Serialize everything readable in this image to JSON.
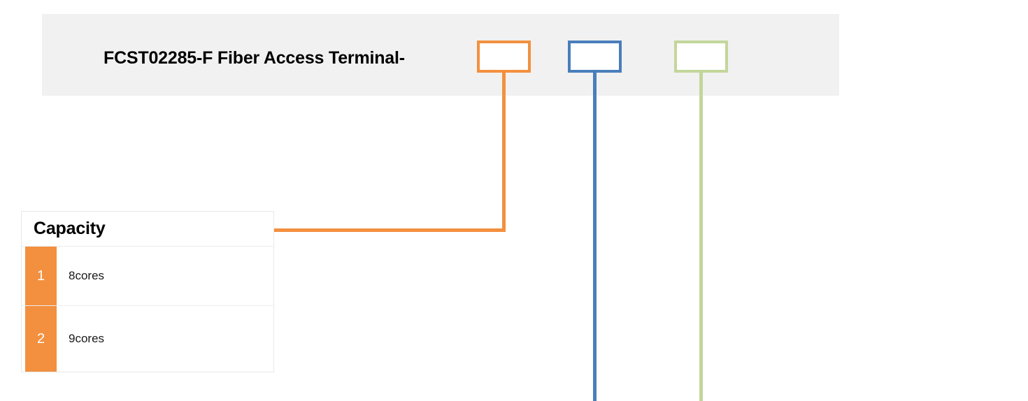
{
  "header": {
    "title": "FCST02285-F Fiber Access Terminal-",
    "background_color": "#F1F1F1"
  },
  "code_boxes": [
    {
      "name": "capacity-code-box",
      "value": "",
      "color": "#F3903F"
    },
    {
      "name": "second-code-box",
      "value": "",
      "color": "#4A7EBB"
    },
    {
      "name": "third-code-box",
      "value": "",
      "color": "#C3D69B"
    }
  ],
  "connectors": [
    {
      "name": "orange-connector",
      "color": "#F3903F",
      "links": "capacity-code-box-to-capacity-table"
    },
    {
      "name": "blue-connector",
      "color": "#4A7EBB",
      "links": "second-code-box-downward"
    },
    {
      "name": "green-connector",
      "color": "#C3D69B",
      "links": "third-code-box-downward"
    }
  ],
  "capacity_table": {
    "header": "Capacity",
    "accent_color": "#F3903F",
    "rows": [
      {
        "index": "1",
        "value": "8cores"
      },
      {
        "index": "2",
        "value": "9cores"
      }
    ]
  }
}
